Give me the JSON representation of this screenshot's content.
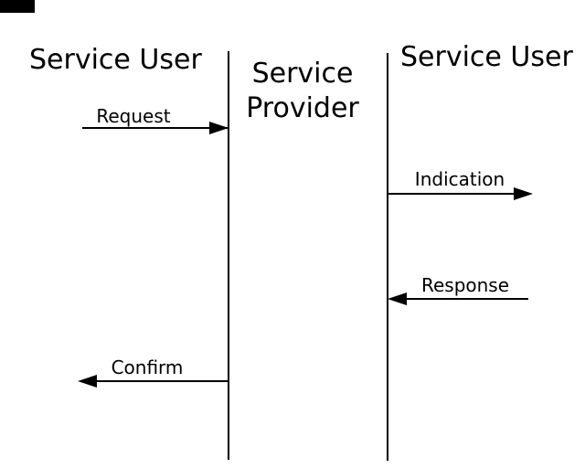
{
  "diagram": {
    "title_left": "Service User",
    "title_center": "Service Provider",
    "title_right": "Service User",
    "messages": [
      {
        "label": "Request",
        "direction": "right"
      },
      {
        "label": "Indication",
        "direction": "right"
      },
      {
        "label": "Response",
        "direction": "left"
      },
      {
        "label": "Confirm",
        "direction": "left"
      }
    ],
    "colors": {
      "ink": "#000000",
      "background": "#ffffff"
    }
  }
}
